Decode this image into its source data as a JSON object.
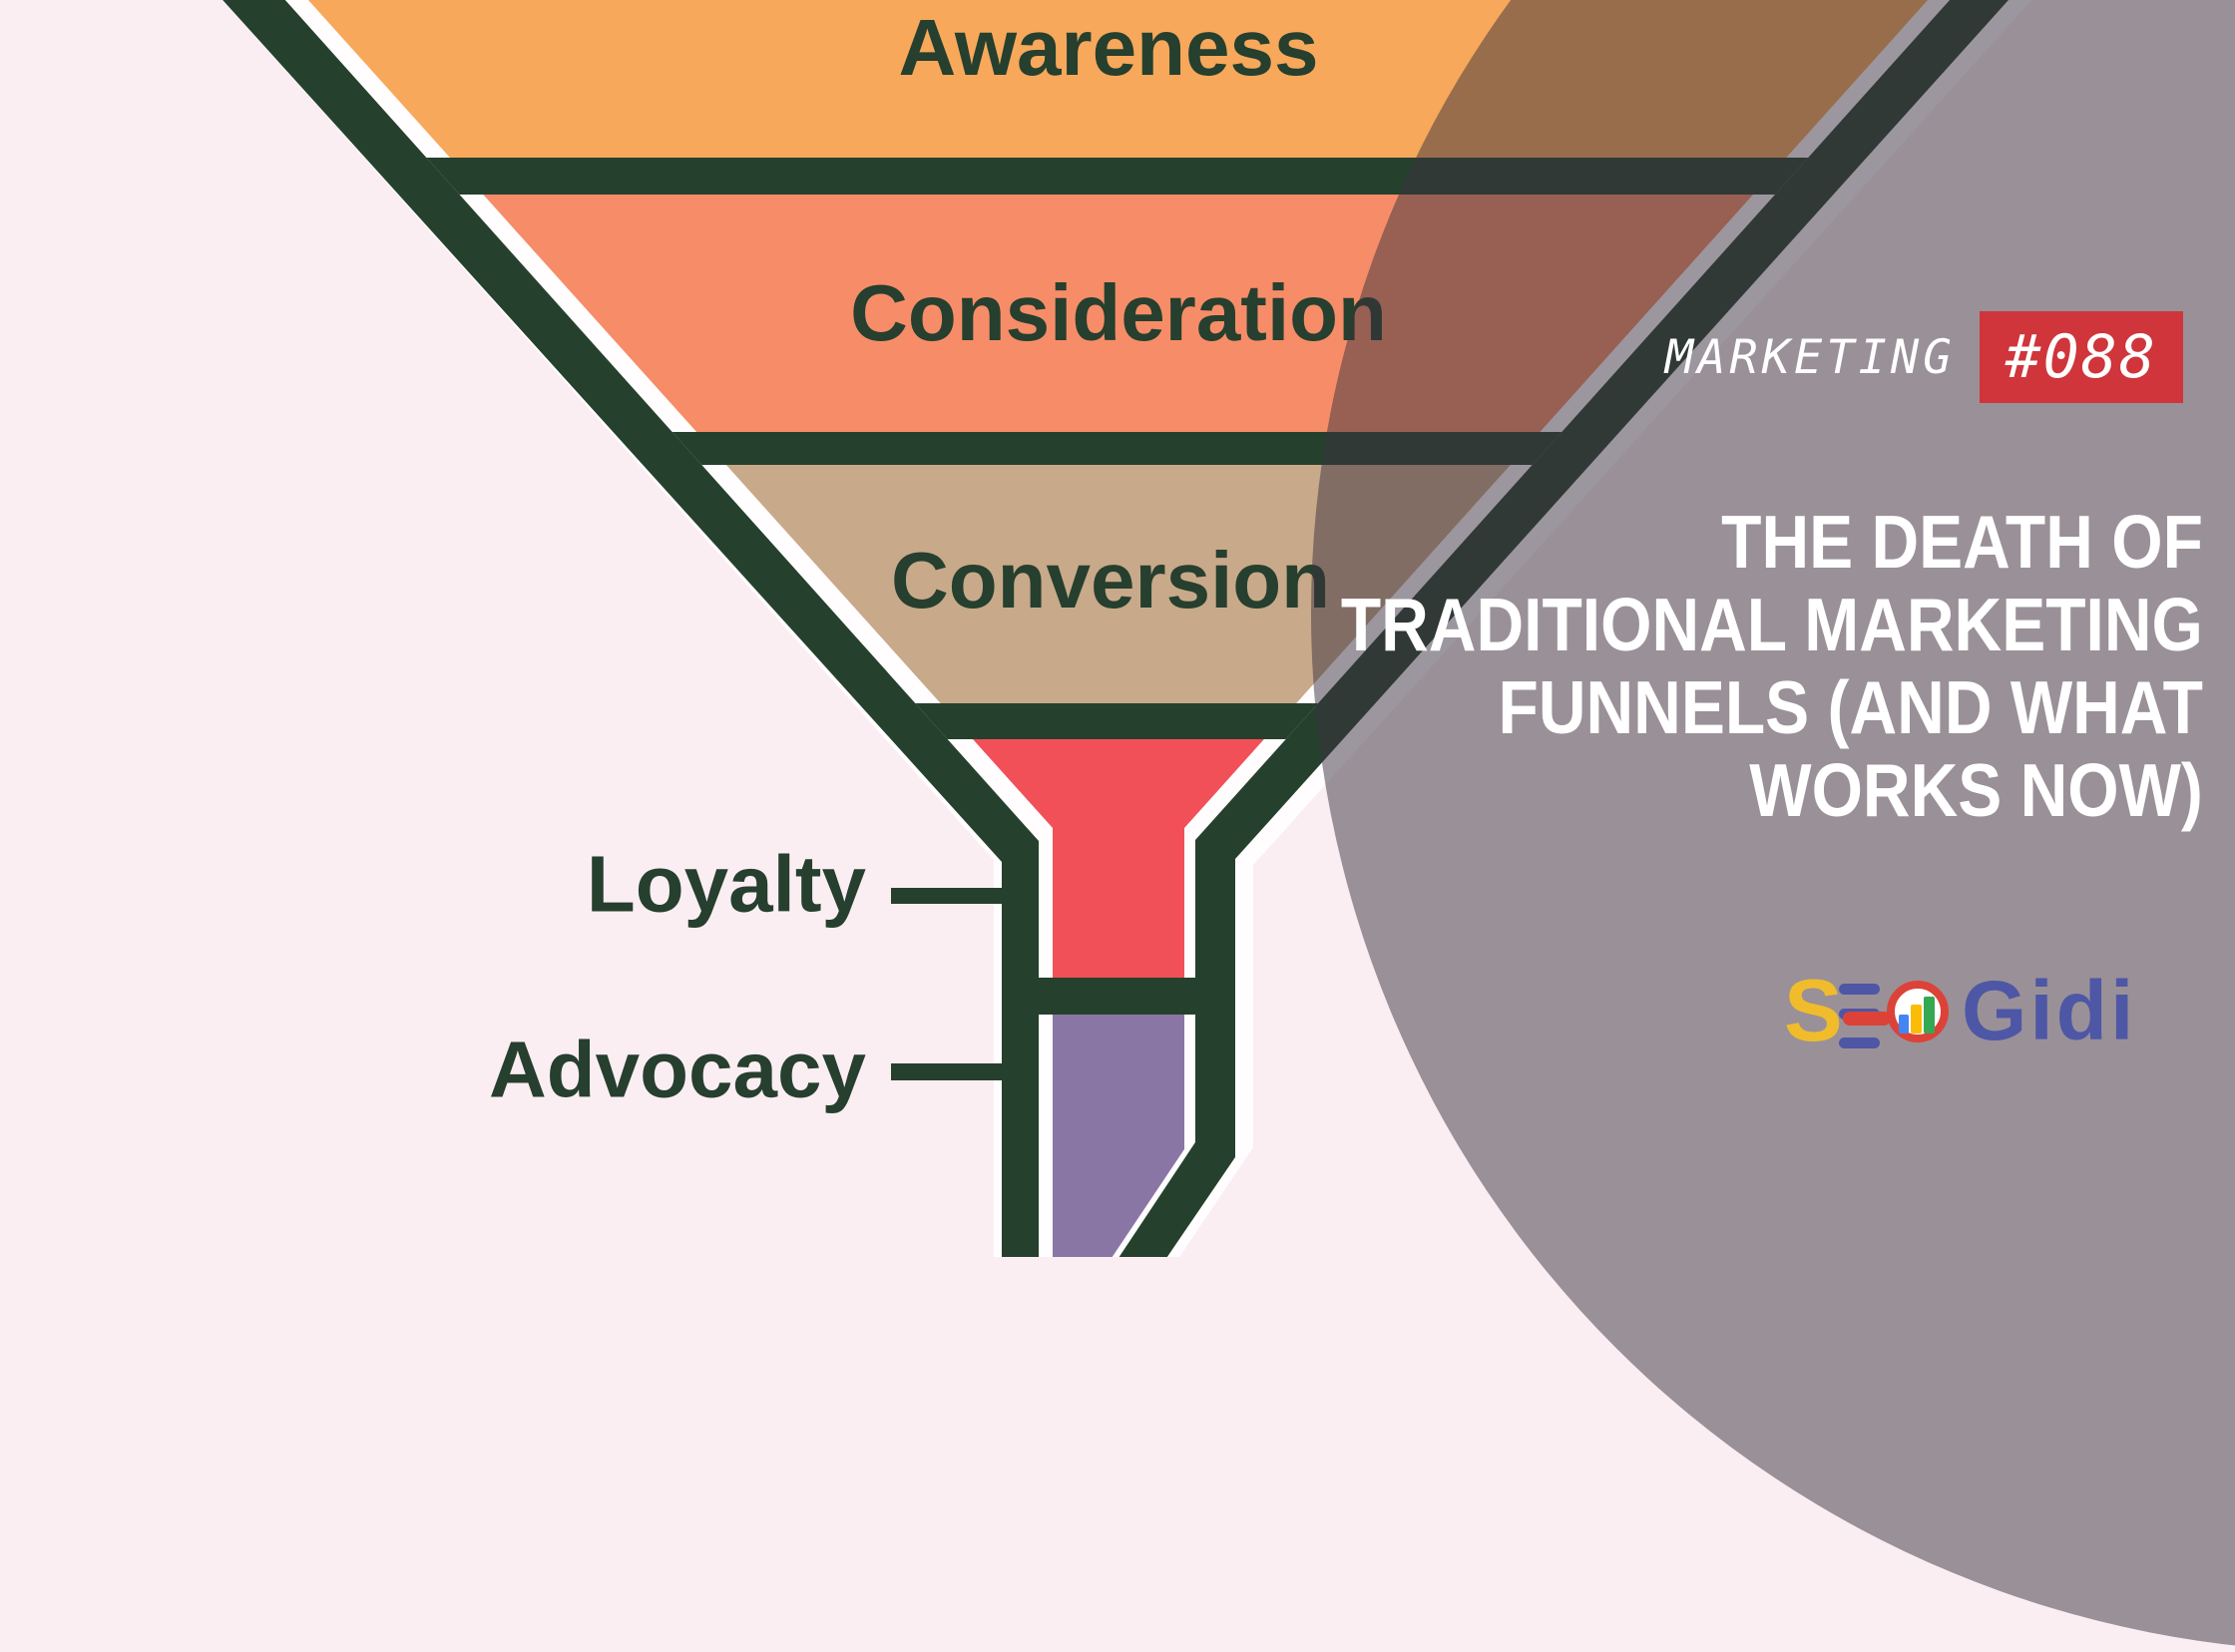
{
  "poster": {
    "background_color": "#fbeef3",
    "outline_color": "#26402e",
    "outline_gap_color": "#fffdfe"
  },
  "funnel": {
    "stages": [
      {
        "label": "Awareness",
        "color": "#f7a85b",
        "label_placement": "inside"
      },
      {
        "label": "Consideration",
        "color": "#f68d68",
        "label_placement": "inside"
      },
      {
        "label": "Conversion",
        "color": "#c8a98a",
        "label_placement": "inside"
      },
      {
        "label": "Loyalty",
        "color": "#f25058",
        "label_placement": "left-callout"
      },
      {
        "label": "Advocacy",
        "color": "#8a76a4",
        "label_placement": "left-callout"
      }
    ]
  },
  "panel": {
    "overlay_color": "rgba(58,50,62,0.5)",
    "kicker": "MARKETING",
    "badge": "#088",
    "badge_color": "#cf353a",
    "title_lines": [
      "THE DEATH OF",
      "TRADITIONAL MARKETING",
      "FUNNELS (AND WHAT",
      "WORKS NOW)"
    ]
  },
  "logo": {
    "s": "S",
    "name": "Gidi",
    "s_color": "#f0bc2c",
    "name_color": "#4e57a5",
    "ring_color": "#dc4238",
    "bar_colors": [
      "#4285f4",
      "#fbbc05",
      "#34a853"
    ]
  }
}
